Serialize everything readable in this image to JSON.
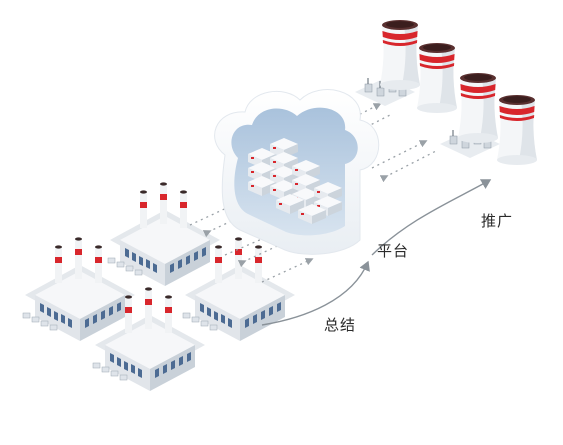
{
  "labels": {
    "summary": "总结",
    "platform": "平台",
    "promote": "推广"
  },
  "colors": {
    "accent_red": "#d8262c",
    "building_white": "#f3f5f7",
    "building_shade": "#d5dbe1",
    "window_blue": "#4c6b93",
    "cloud_inner": "#c6d8ea",
    "arrow_gray": "#8a9299"
  },
  "icons": [
    "factory-icon",
    "cloud-icon",
    "server-icon",
    "cooling-tower-icon",
    "transformer-icon"
  ]
}
